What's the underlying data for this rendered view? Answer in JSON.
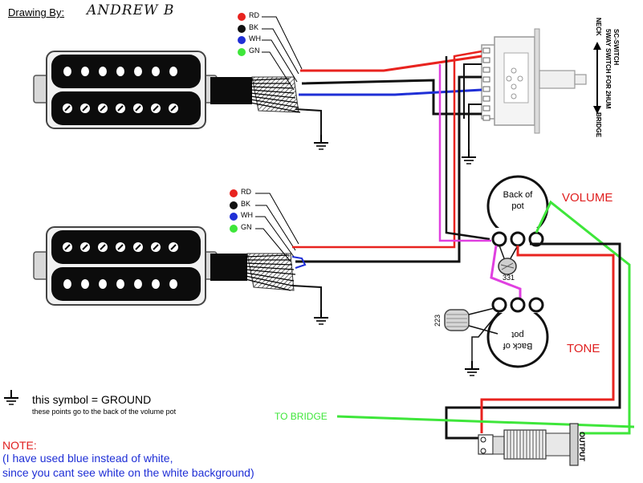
{
  "credit": {
    "label": "Drawing By:",
    "author": "ANDREW B"
  },
  "legend_top": [
    "RD",
    "BK",
    "WH",
    "GN"
  ],
  "legend_bottom": [
    "RD",
    "BK",
    "WH",
    "GN"
  ],
  "switch": {
    "title": "SC-SWITCH",
    "subtitle": "5WAY SWITCH FOR 2HUM",
    "neck": "NECK",
    "bridge": "BRIDGE"
  },
  "volume": {
    "label": "VOLUME",
    "pot_text_1": "Back of",
    "pot_text_2": "pot",
    "cap_value": "331"
  },
  "tone": {
    "label": "TONE",
    "pot_text_1": "Back of",
    "pot_text_2": "pot",
    "cap_value": "223"
  },
  "to_bridge": "TO BRIDGE",
  "jack": {
    "label": "OUTPUT"
  },
  "ground_note": {
    "line1": "this symbol = GROUND",
    "line2": "these points go to the back of the volume pot"
  },
  "note": {
    "title": "NOTE:",
    "line1": "(I have used blue instead of white,",
    "line2": "since you cant see white on the white background)"
  },
  "colors": {
    "red": "#e8231f",
    "black": "#111111",
    "blue": "#1f2fd6",
    "green": "#3ee63a",
    "pink": "#e040e0",
    "label_red": "#e02020"
  }
}
